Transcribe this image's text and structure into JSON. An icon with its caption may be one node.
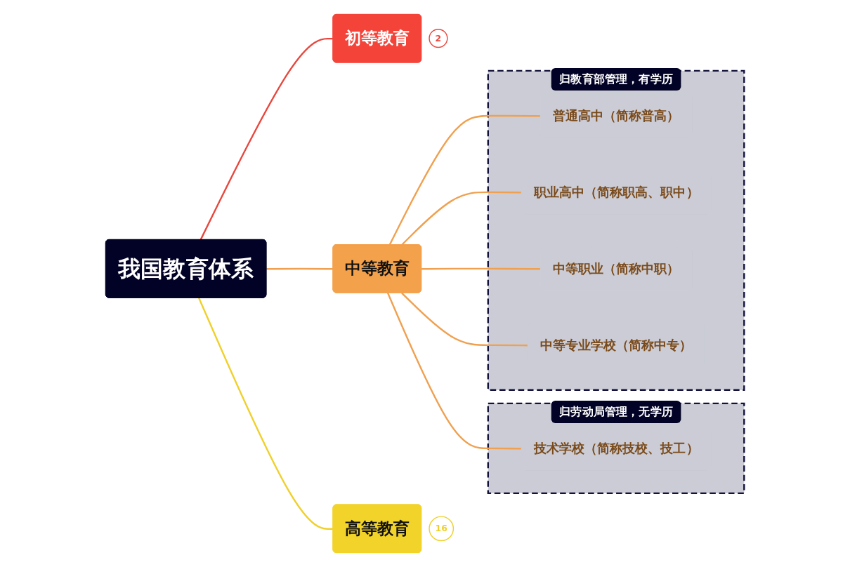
{
  "diagram": {
    "nodes": [
      {
        "text": [
          "我国教育体系"
        ]
      },
      {
        "text": [
          "初等教育"
        ],
        "beside": [
          "2"
        ]
      },
      {
        "text": [
          "中等教育"
        ]
      },
      {
        "text": [
          "归教育部管理，有学历"
        ]
      },
      {
        "text": [
          "普通高中（简称普高）"
        ],
        "in": 3
      },
      {
        "text": [
          "职业高中（简称职高、职中）"
        ],
        "in": 3
      },
      {
        "text": [
          "中等职业（简称中职）"
        ],
        "in": 3
      },
      {
        "text": [
          "中等专业学校（简称中专）"
        ],
        "in": 3
      },
      {
        "text": [
          "归劳动局管理，无学历"
        ]
      },
      {
        "text": [
          "技术学校（简称技校、技工）"
        ],
        "in": 8
      },
      {
        "text": [
          "高等教育"
        ],
        "beside": [
          "16"
        ]
      }
    ],
    "edges": [
      {
        "from": 0,
        "to": 1,
        "arrow": "none",
        "color": "#e8473d"
      },
      {
        "from": 0,
        "to": 2,
        "arrow": "none"
      },
      {
        "from": 0,
        "to": 10,
        "arrow": "none",
        "color": "#f0d02a"
      },
      {
        "from": 2,
        "to": 4,
        "arrow": "none"
      },
      {
        "from": 2,
        "to": 5,
        "arrow": "none"
      },
      {
        "from": 2,
        "to": 6,
        "arrow": "none"
      },
      {
        "from": 2,
        "to": 7,
        "arrow": "none"
      },
      {
        "from": 2,
        "to": 9,
        "arrow": "none"
      }
    ]
  }
}
